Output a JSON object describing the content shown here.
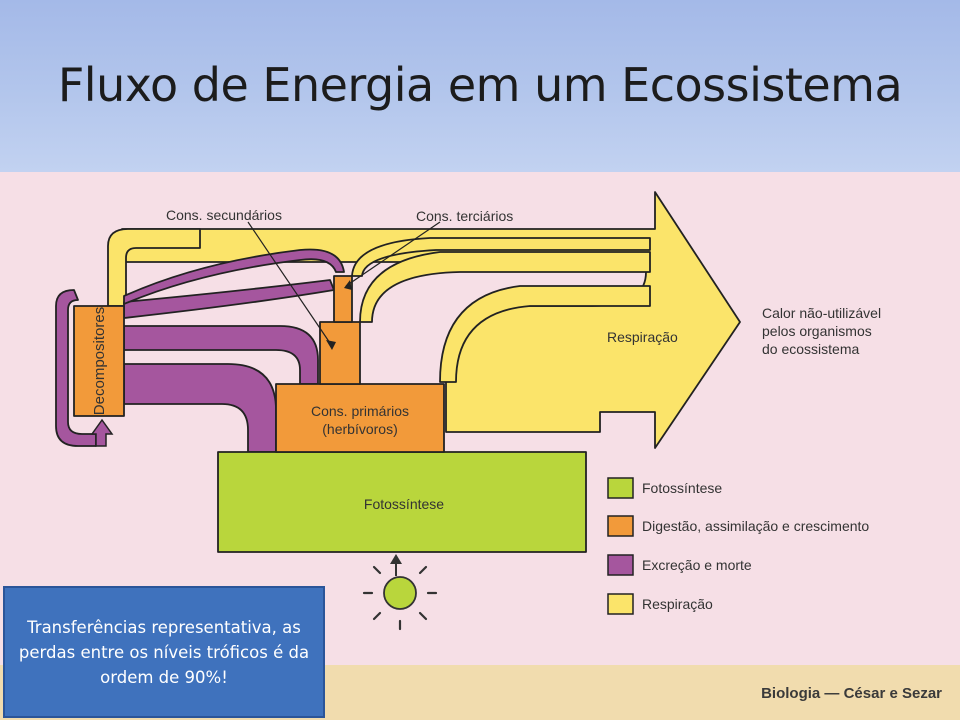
{
  "slide": {
    "title": "Fluxo de Energia em um Ecossistema",
    "credit": "Biologia — César e Sezar"
  },
  "diagram": {
    "labels": {
      "secondary": "Cons. secundários",
      "tertiary": "Cons. terciários",
      "decomposers": "Decompositores",
      "primary_line1": "Cons. primários",
      "primary_line2": "(herbívoros)",
      "photosynthesis": "Fotossíntese",
      "respiration": "Respiração",
      "heat_line1": "Calor não-utilizável",
      "heat_line2": "pelos organismos",
      "heat_line3": "do ecossistema"
    },
    "legend": [
      {
        "label": "Fotossíntese",
        "color": "#b9d63c"
      },
      {
        "label": "Digestão, assimilação e crescimento",
        "color": "#f29a3a"
      },
      {
        "label": "Excreção e morte",
        "color": "#a5569e"
      },
      {
        "label": "Respiração",
        "color": "#fbe46a"
      }
    ],
    "icons": [
      "sun-icon",
      "up-arrow-icon",
      "recycle-arrow-icon"
    ]
  },
  "callout": {
    "text": "Transferências representativa, as perdas entre os níveis tróficos é da ordem de  90%!"
  }
}
